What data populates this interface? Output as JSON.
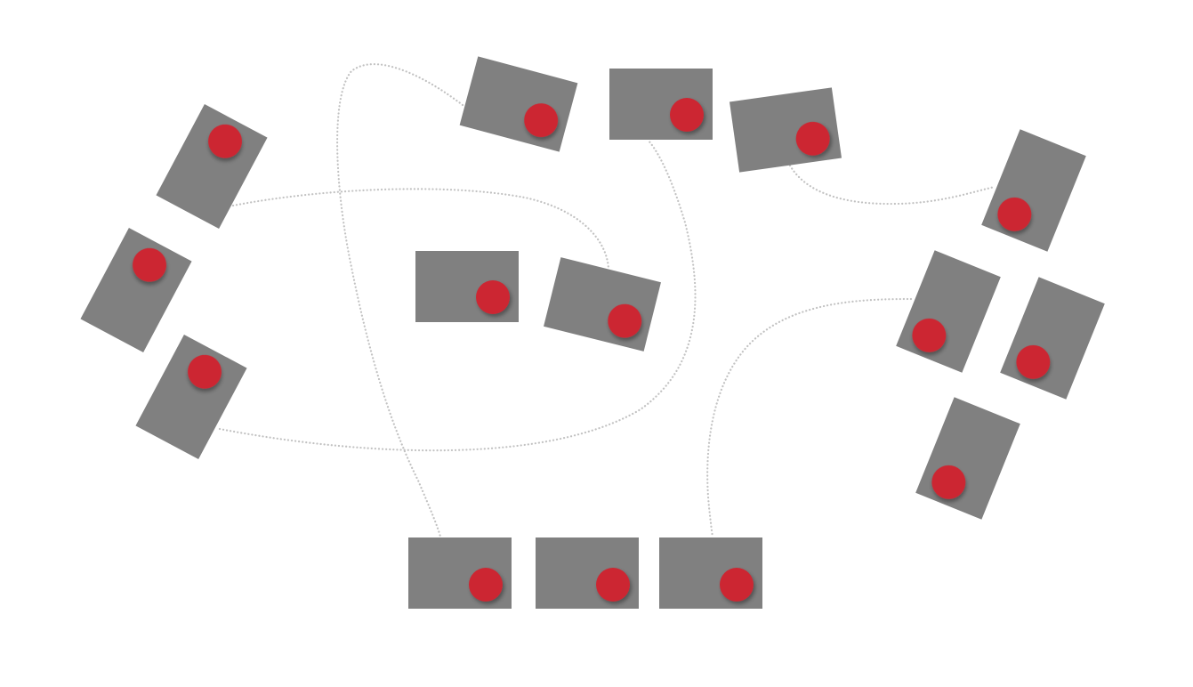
{
  "canvas": {
    "background_color": "#ffffff"
  },
  "style": {
    "card_color": "#808080",
    "marker_color": "#cc2631",
    "connector_color": "#c2c2c2",
    "connector_style": "dotted"
  },
  "cards": [
    {
      "id": "card-1",
      "marker_icon": "red-dot-icon"
    },
    {
      "id": "card-2",
      "marker_icon": "red-dot-icon"
    },
    {
      "id": "card-3",
      "marker_icon": "red-dot-icon"
    },
    {
      "id": "card-4",
      "marker_icon": "red-dot-icon"
    },
    {
      "id": "card-5",
      "marker_icon": "red-dot-icon"
    },
    {
      "id": "card-6",
      "marker_icon": "red-dot-icon"
    },
    {
      "id": "card-7",
      "marker_icon": "red-dot-icon"
    },
    {
      "id": "card-8",
      "marker_icon": "red-dot-icon"
    },
    {
      "id": "card-9",
      "marker_icon": "red-dot-icon"
    },
    {
      "id": "card-10",
      "marker_icon": "red-dot-icon"
    },
    {
      "id": "card-11",
      "marker_icon": "red-dot-icon"
    },
    {
      "id": "card-12",
      "marker_icon": "red-dot-icon"
    },
    {
      "id": "card-13",
      "marker_icon": "red-dot-icon"
    },
    {
      "id": "card-14",
      "marker_icon": "red-dot-icon"
    },
    {
      "id": "card-15",
      "marker_icon": "red-dot-icon"
    },
    {
      "id": "card-16",
      "marker_icon": "red-dot-icon"
    }
  ],
  "connections": [
    {
      "from": "card-1",
      "to": "card-9"
    },
    {
      "from": "card-3",
      "to": "card-6"
    },
    {
      "from": "card-4",
      "to": "card-14"
    },
    {
      "from": "card-7",
      "to": "card-10"
    },
    {
      "from": "card-11",
      "to": "card-16"
    }
  ]
}
